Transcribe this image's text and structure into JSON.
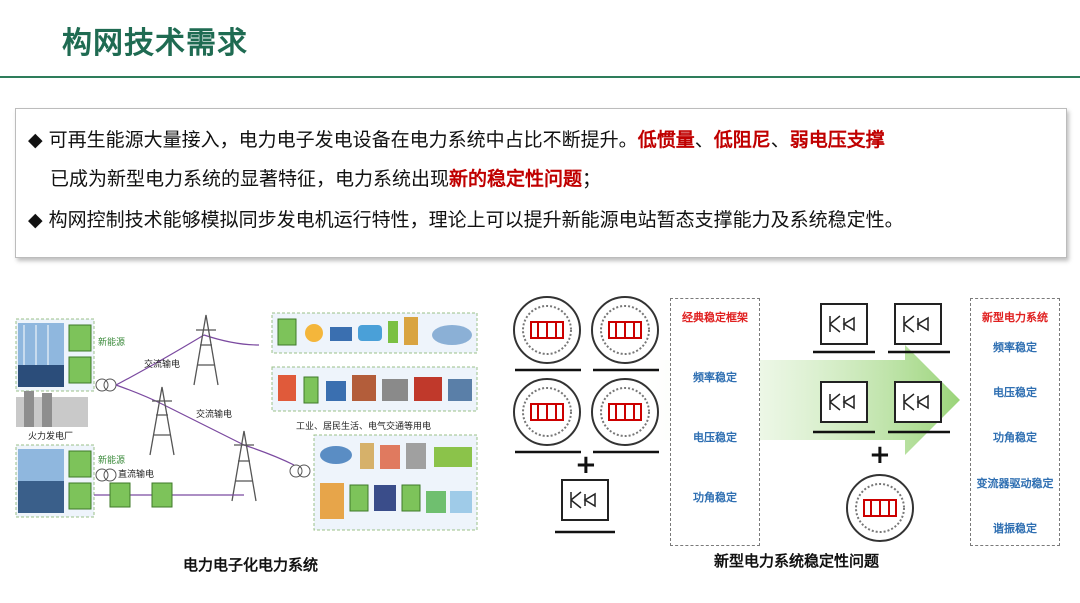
{
  "title": "构网技术需求",
  "bullets": {
    "b1_line1_a": "可再生能源大量接入，电力电子发电设备在电力系统中占比不断提升。",
    "b1_line1_red1": "低惯量",
    "b1_sep1": "、",
    "b1_line1_red2": "低阻尼",
    "b1_sep2": "、",
    "b1_line1_red3": "弱电压支撑",
    "b1_line2_a": "已成为新型电力系统的显著特征，电力系统出现",
    "b1_line2_red": "新的稳定性问题",
    "b1_line2_end": "；",
    "b2": "构网控制技术能够模拟同步发电机运行特性，理论上可以提升新能源电站暂态支撑能力及系统稳定性。",
    "bullet_symbol": "◆"
  },
  "left_diagram": {
    "label_new_energy_1": "新能源",
    "label_ac_1": "交流输电",
    "label_ac_2": "交流输电",
    "label_thermal": "火力发电厂",
    "label_new_energy_2": "新能源",
    "label_dc": "直流输电",
    "label_loads": "工业、居民生活、电气交通等用电",
    "caption": "电力电子化电力系统"
  },
  "right_diagram": {
    "plus_1": "+",
    "plus_2": "+",
    "classic_title": "经典稳定框架",
    "classic_items": [
      "频率稳定",
      "电压稳定",
      "功角稳定"
    ],
    "new_title": "新型电力系统",
    "new_items": [
      "频率稳定",
      "电压稳定",
      "功角稳定",
      "变流器驱动稳定",
      "谐振稳定"
    ],
    "caption": "新型电力系统稳定性问题"
  },
  "colors": {
    "title": "#1f6b52",
    "rule": "#2e7d5b",
    "emphasis": "#c00000",
    "converter_green": "#7dc35a",
    "frame_blue": "#2f6fb2",
    "frame_red": "#e02020"
  }
}
